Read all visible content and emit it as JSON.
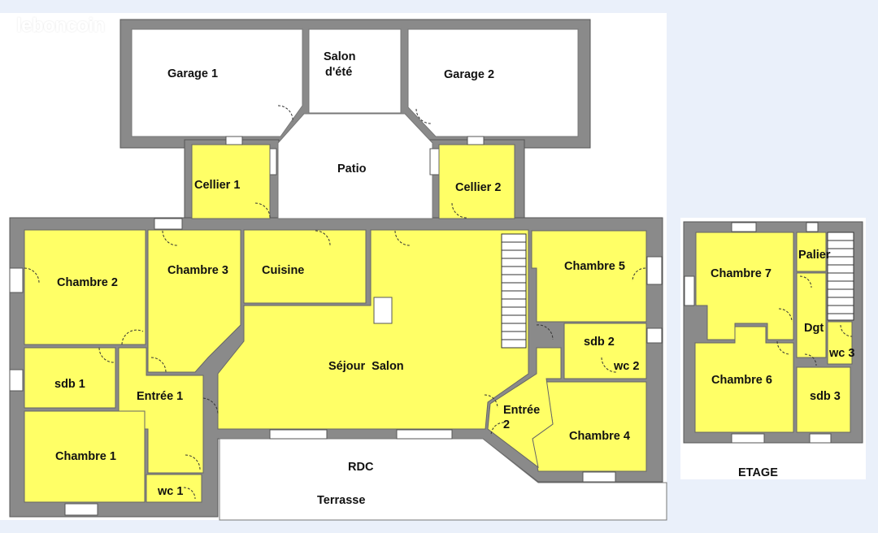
{
  "watermark": "leboncoin",
  "colors": {
    "room_fill": "#ffff66",
    "wall": "#8a8a8a",
    "wall_stroke": "#555555",
    "background": "#eaf0fa",
    "sheet": "#ffffff"
  },
  "rdc": {
    "label": "RDC",
    "terrasse_label": "Terrasse",
    "rooms": {
      "garage_1": "Garage 1",
      "salon_ete_line1": "Salon",
      "salon_ete_line2": "d'été",
      "garage_2": "Garage 2",
      "patio": "Patio",
      "cellier_1": "Cellier 1",
      "cellier_2": "Cellier 2",
      "chambre_2": "Chambre 2",
      "chambre_3": "Chambre 3",
      "cuisine": "Cuisine",
      "chambre_5": "Chambre 5",
      "sdb_1": "sdb 1",
      "entree_1": "Entrée 1",
      "sejour_salon": "Séjour  Salon",
      "sdb_2": "sdb 2",
      "wc_2": "wc 2",
      "entree_2_line1": "Entrée",
      "entree_2_line2": "2",
      "chambre_4": "Chambre 4",
      "chambre_1": "Chambre 1",
      "wc_1": "wc 1"
    }
  },
  "etage": {
    "label": "ETAGE",
    "rooms": {
      "chambre_7": "Chambre 7",
      "palier": "Palier",
      "dgt": "Dgt",
      "wc_3": "wc 3",
      "chambre_6": "Chambre 6",
      "sdb_3": "sdb 3"
    }
  }
}
